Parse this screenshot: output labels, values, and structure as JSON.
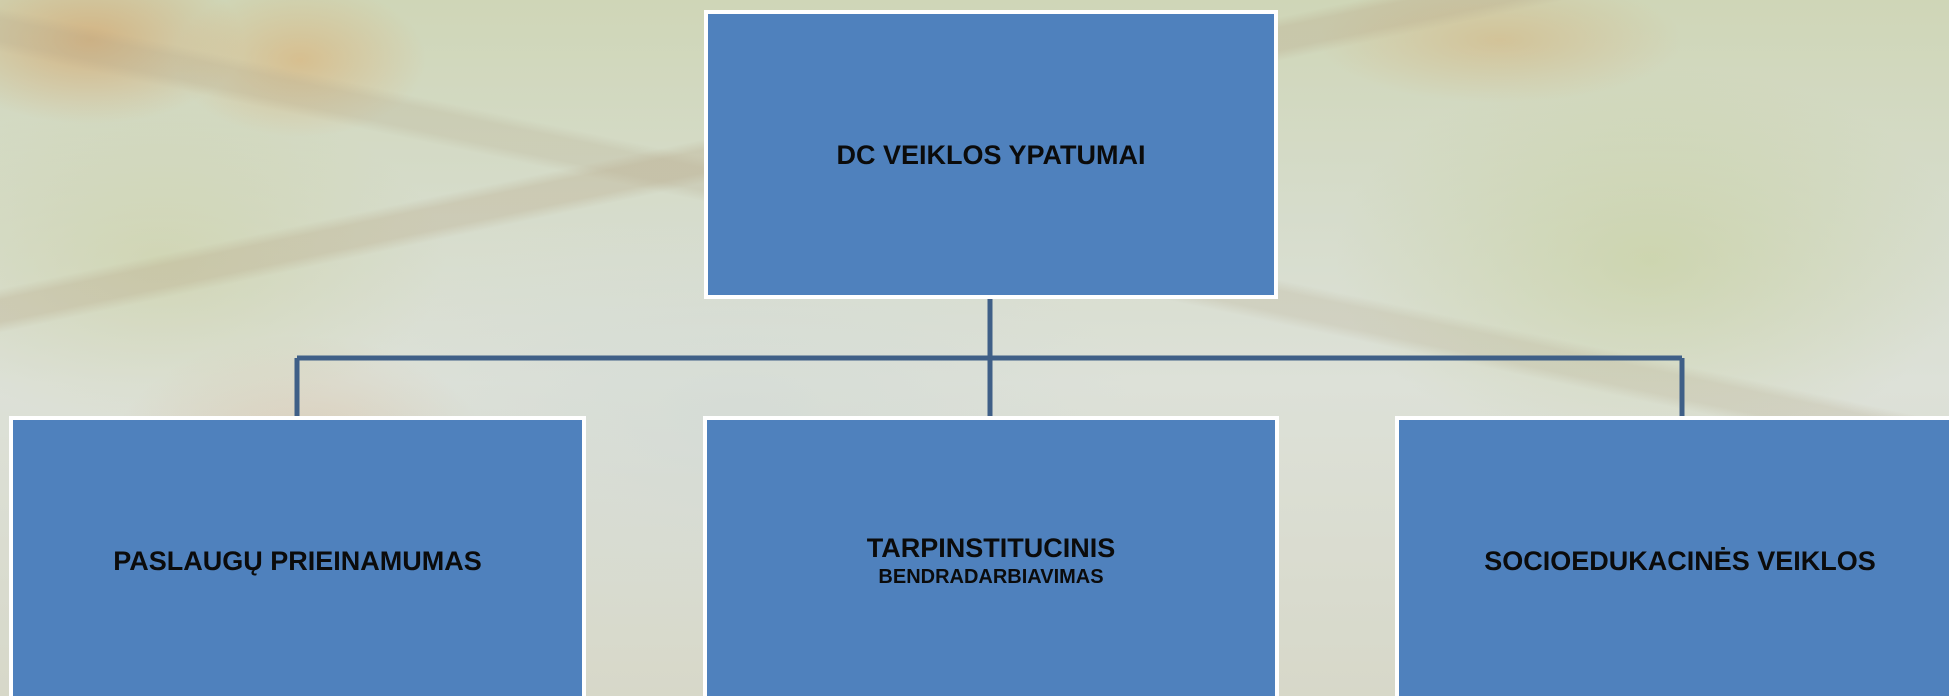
{
  "diagram": {
    "root": {
      "label": "DC VEIKLOS YPATUMAI"
    },
    "children": [
      {
        "label": "PASLAUGŲ PRIEINAMUMAS"
      },
      {
        "label": "TARPINSTITUCINIS",
        "sublabel": "BENDRADARBIAVIMAS"
      },
      {
        "label": "SOCIOEDUKACINĖS VEIKLOS"
      }
    ]
  },
  "colors": {
    "box_fill": "#4f81bd",
    "box_border": "#ffffff",
    "connector": "#3f5f87",
    "text": "#0b0b0b"
  }
}
